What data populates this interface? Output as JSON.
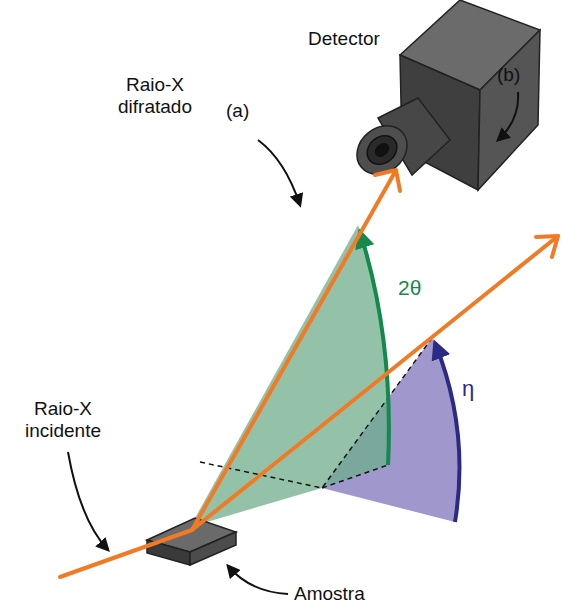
{
  "diagram": {
    "labels": [
      "Detector",
      "Raio-X difratado",
      "(a)",
      "(b)",
      "2θ",
      "η",
      "Raio-X incidente",
      "Amostra"
    ]
  }
}
